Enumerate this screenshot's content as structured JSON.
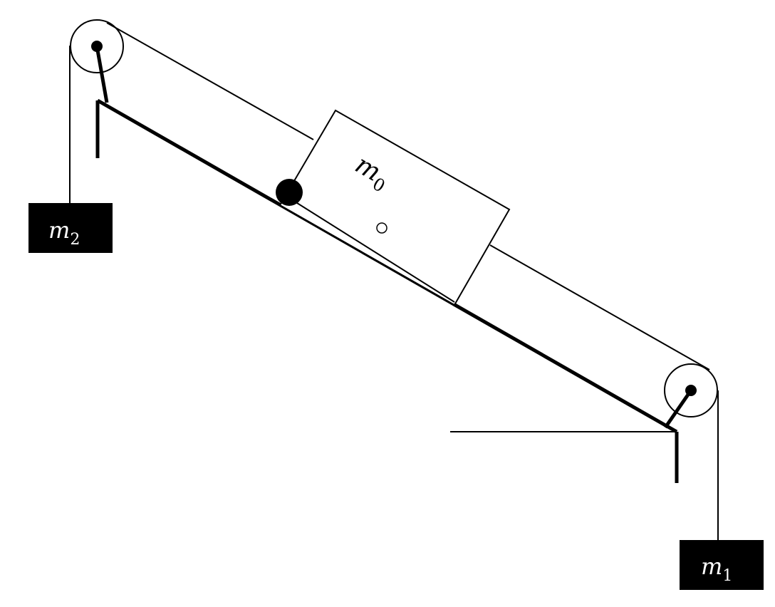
{
  "labels": {
    "m0": {
      "main": "m",
      "sub": "0"
    },
    "m1": {
      "main": "m",
      "sub": "1"
    },
    "m2": {
      "main": "m",
      "sub": "2"
    }
  },
  "colors": {
    "ink": "#000000",
    "mass_block_fill": "#000000",
    "mass_label": "#ffffff",
    "background": "#ffffff"
  }
}
